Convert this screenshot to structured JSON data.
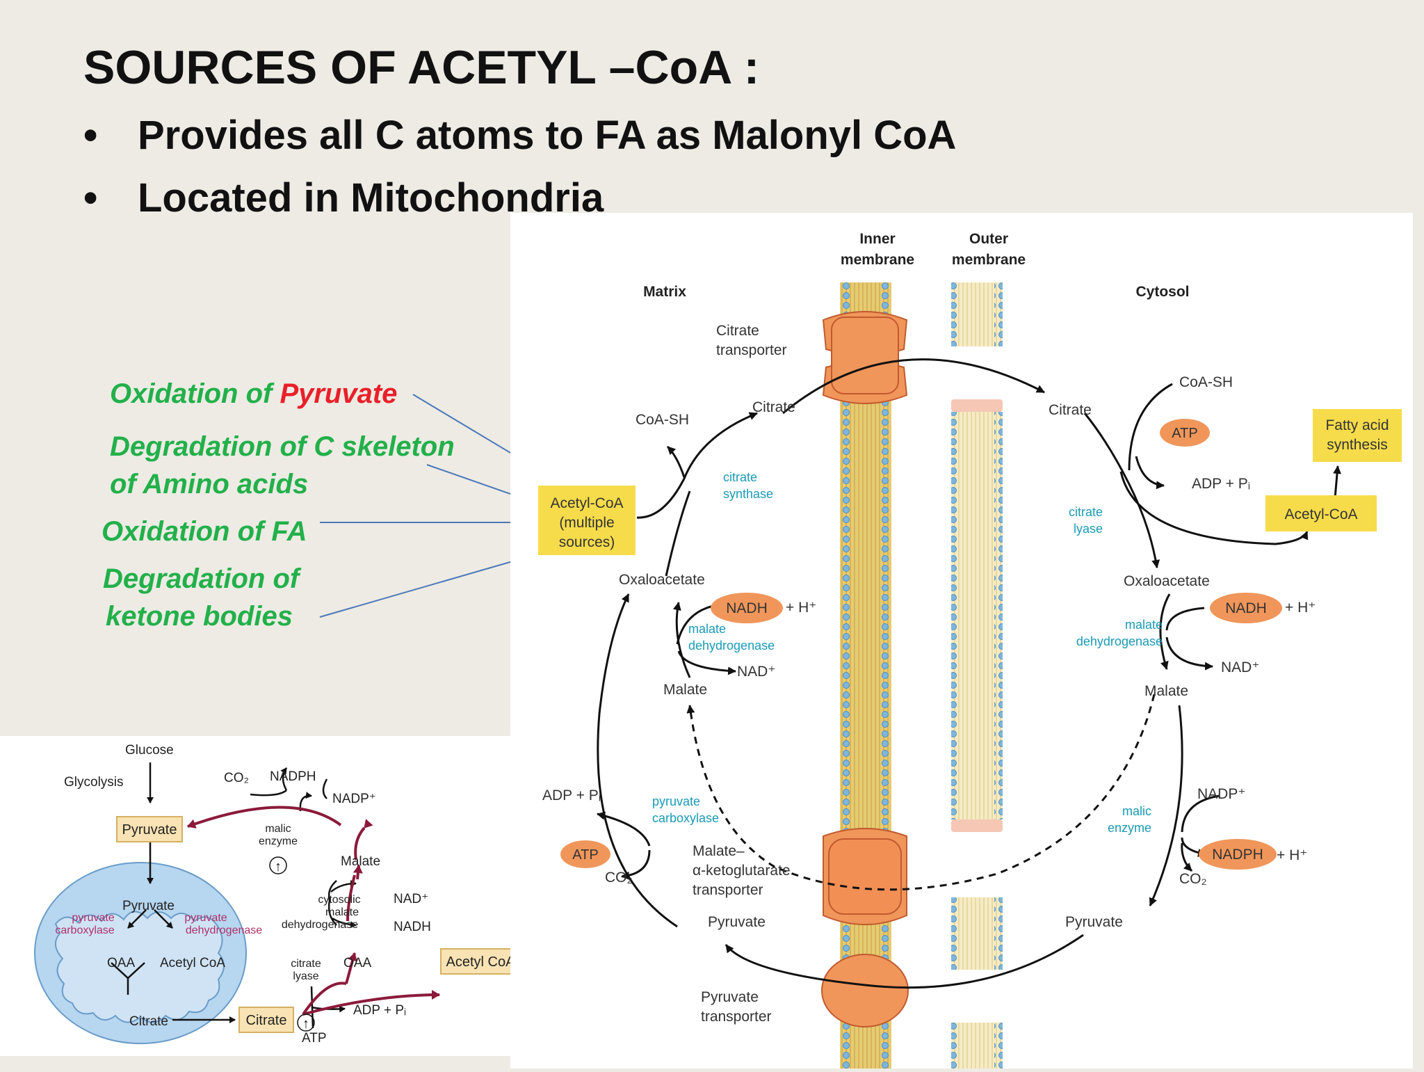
{
  "slide": {
    "title": "SOURCES OF  ACETYL –CoA :",
    "bullet_char": "•",
    "bullets": [
      "Provides all C atoms to FA as Malonyl CoA",
      "Located in Mitochondria"
    ]
  },
  "sources": {
    "pyruvate_prefix": "Oxidation of ",
    "pyruvate_word": "Pyruvate",
    "amino_line1": "Degradation of C skeleton",
    "amino_line2": "of Amino acids",
    "fa": "Oxidation of FA",
    "ketone_line1": "Degradation of",
    "ketone_line2": "ketone bodies"
  },
  "main_diagram": {
    "inner_membrane": [
      "Inner",
      "membrane"
    ],
    "outer_membrane": [
      "Outer",
      "membrane"
    ],
    "matrix": "Matrix",
    "cytosol": "Cytosol",
    "citrate_transporter": [
      "Citrate",
      "transporter"
    ],
    "coa_sh": "CoA-SH",
    "citrate": "Citrate",
    "citrate_synthase": [
      "citrate",
      "synthase"
    ],
    "acetyl_coa_multiple": [
      "Acetyl-CoA",
      "(multiple",
      "sources)"
    ],
    "oxaloacetate": "Oxaloacetate",
    "nadh": "NADH",
    "h_plus": "+ H⁺",
    "malate_dehydrogenase": [
      "malate",
      "dehydrogenase"
    ],
    "nad_plus": "NAD⁺",
    "malate": "Malate",
    "atp": "ATP",
    "adp_pi": "ADP + Pᵢ",
    "citrate_lyase": [
      "citrate",
      "lyase"
    ],
    "fatty_acid_synthesis": [
      "Fatty acid",
      "synthesis"
    ],
    "acetyl_coa": "Acetyl-CoA",
    "pyruvate_carboxylase": [
      "pyruvate",
      "carboxylase"
    ],
    "co2": "CO₂",
    "malate_akg_transporter": [
      "Malate–",
      "α-ketoglutarate",
      "transporter"
    ],
    "pyruvate": "Pyruvate",
    "pyruvate_transporter": [
      "Pyruvate",
      "transporter"
    ],
    "nadp_plus": "NADP⁺",
    "malic_enzyme": [
      "malic",
      "enzyme"
    ],
    "nadph": "NADPH"
  },
  "small_diagram": {
    "glucose": "Glucose",
    "glycolysis": "Glycolysis",
    "co2": "CO₂",
    "nadph": "NADPH",
    "nadp_plus": "NADP⁺",
    "pyruvate": "Pyruvate",
    "malic_enzyme": [
      "malic",
      "enzyme"
    ],
    "malate": "Malate",
    "pyruvate_carboxylase": [
      "pyruvate",
      "carboxylase"
    ],
    "pyruvate_dehydrogenase": [
      "pyruvate",
      "dehydrogenase"
    ],
    "cytosolic_mdh": [
      "cytosolic",
      "malate",
      "dehydrogenase"
    ],
    "nad_plus": "NAD⁺",
    "nadh": "NADH",
    "oaa": "OAA",
    "acetyl_coa": "Acetyl CoA",
    "citrate_lyase": [
      "citrate",
      "lyase"
    ],
    "citrate": "Citrate",
    "adp_pi": "ADP + Pᵢ",
    "atp": "ATP",
    "up_arrow": "↑"
  },
  "colors": {
    "source_green": "#22b04a",
    "source_red": "#e8202a",
    "arrow_blue": "#4a77b8",
    "enzyme_blue": "#1a9ab5",
    "maroon": "#8b1a3a",
    "orange": "#f0965a",
    "yellow_box": "#f6dc4b",
    "membrane_yellow": "#e6cb72",
    "membrane_blue": "#7fb6dd",
    "mito_blue": "#b7d6f0"
  }
}
